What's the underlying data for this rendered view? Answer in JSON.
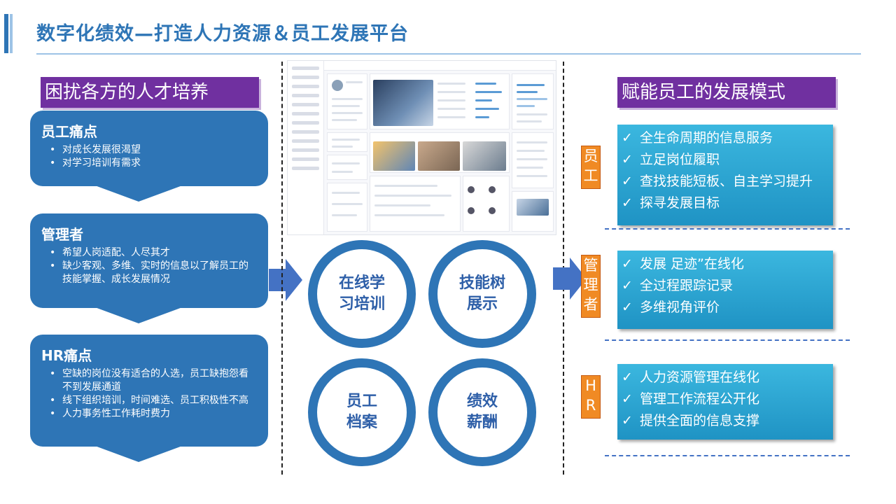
{
  "title": "数字化绩效—打造人力资源＆员工发展平台",
  "left": {
    "heading": "困扰各方的人才培养",
    "groups": [
      {
        "title": "员工痛点",
        "items": [
          "对成长发展很渴望",
          "对学习培训有需求"
        ]
      },
      {
        "title": "管理者",
        "items": [
          "希望人岗适配、人尽其才",
          "缺少客观、多维、实时的信息以了解员工的技能掌握、成长发展情况"
        ]
      },
      {
        "title": "HR痛点",
        "items": [
          "空缺的岗位没有适合的人选，员工缺抱怨看不到发展通道",
          "线下组织培训，时间难选、员工积极性不高",
          "人力事务性工作耗时费力"
        ]
      }
    ]
  },
  "center": {
    "circles": [
      "在线学\n习培训",
      "技能树\n展示",
      "员工\n档案",
      "绩效\n薪酬"
    ]
  },
  "right": {
    "heading": "赋能员工的发展模式",
    "check_mark": "✓",
    "roles": [
      {
        "tag": "员\n工",
        "items": [
          "全生命周期的信息服务",
          "立足岗位履职",
          "查找技能短板、自主学习提升",
          "探寻发展目标"
        ]
      },
      {
        "tag": "管\n理\n者",
        "items": [
          "发展 足迹”在线化",
          "全过程跟踪记录",
          "多维视角评价"
        ]
      },
      {
        "tag": "H\nR",
        "items": [
          "人力资源管理在线化",
          "管理工作流程公开化",
          "提供全面的信息支撑"
        ]
      }
    ]
  },
  "colors": {
    "primary": "#2e75b6",
    "heading_bg": "#7030a0",
    "role_tag": "#f08a24",
    "benefit_box": "#27a3d2"
  }
}
